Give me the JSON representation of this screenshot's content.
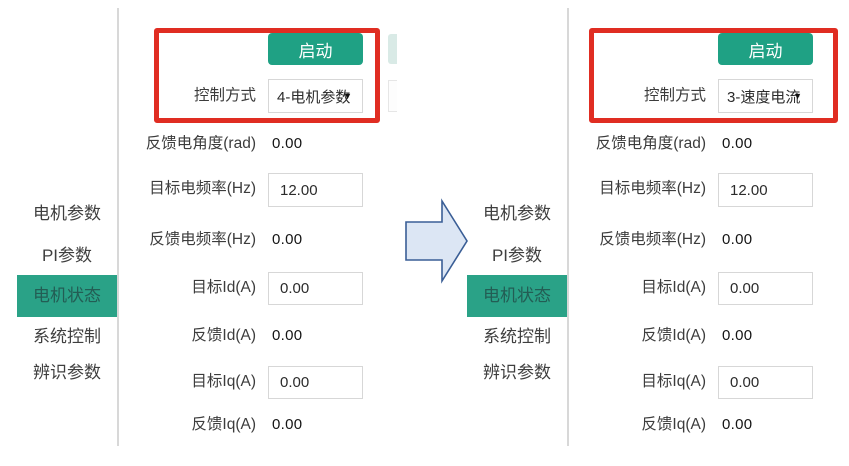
{
  "app": {
    "description_title": "motor control panel comparison",
    "colors": {
      "accent_teal": "#1fa184",
      "sidebar_selected_bg": "#2aa287",
      "sidebar_selected_text": "#235d54",
      "annotation_red": "#e02d22",
      "arrow_fill": "#dce6f4",
      "arrow_stroke": "#3a5e96"
    }
  },
  "sidebar": {
    "items": [
      "电机参数",
      "PI参数",
      "电机状态",
      "系统控制",
      "辨识参数"
    ],
    "selected": "电机状态"
  },
  "form": {
    "start_button_label": "启动",
    "control_mode_label": "控制方式",
    "rows": [
      {
        "label": "反馈电角度(rad)",
        "value": "0.00",
        "type": "text"
      },
      {
        "label": "目标电频率(Hz)",
        "value": "12.00",
        "type": "input"
      },
      {
        "label": "反馈电频率(Hz)",
        "value": "0.00",
        "type": "text"
      },
      {
        "label": "目标Id(A)",
        "value": "0.00",
        "type": "input"
      },
      {
        "label": "反馈Id(A)",
        "value": "0.00",
        "type": "text"
      },
      {
        "label": "目标Iq(A)",
        "value": "0.00",
        "type": "input"
      },
      {
        "label": "反馈Iq(A)",
        "value": "0.00",
        "type": "text"
      }
    ]
  },
  "panels": {
    "left": {
      "control_mode_value": "4-电机参数"
    },
    "right": {
      "control_mode_value": "3-速度电流"
    }
  },
  "icons": {
    "dropdown_arrow": "▼"
  }
}
